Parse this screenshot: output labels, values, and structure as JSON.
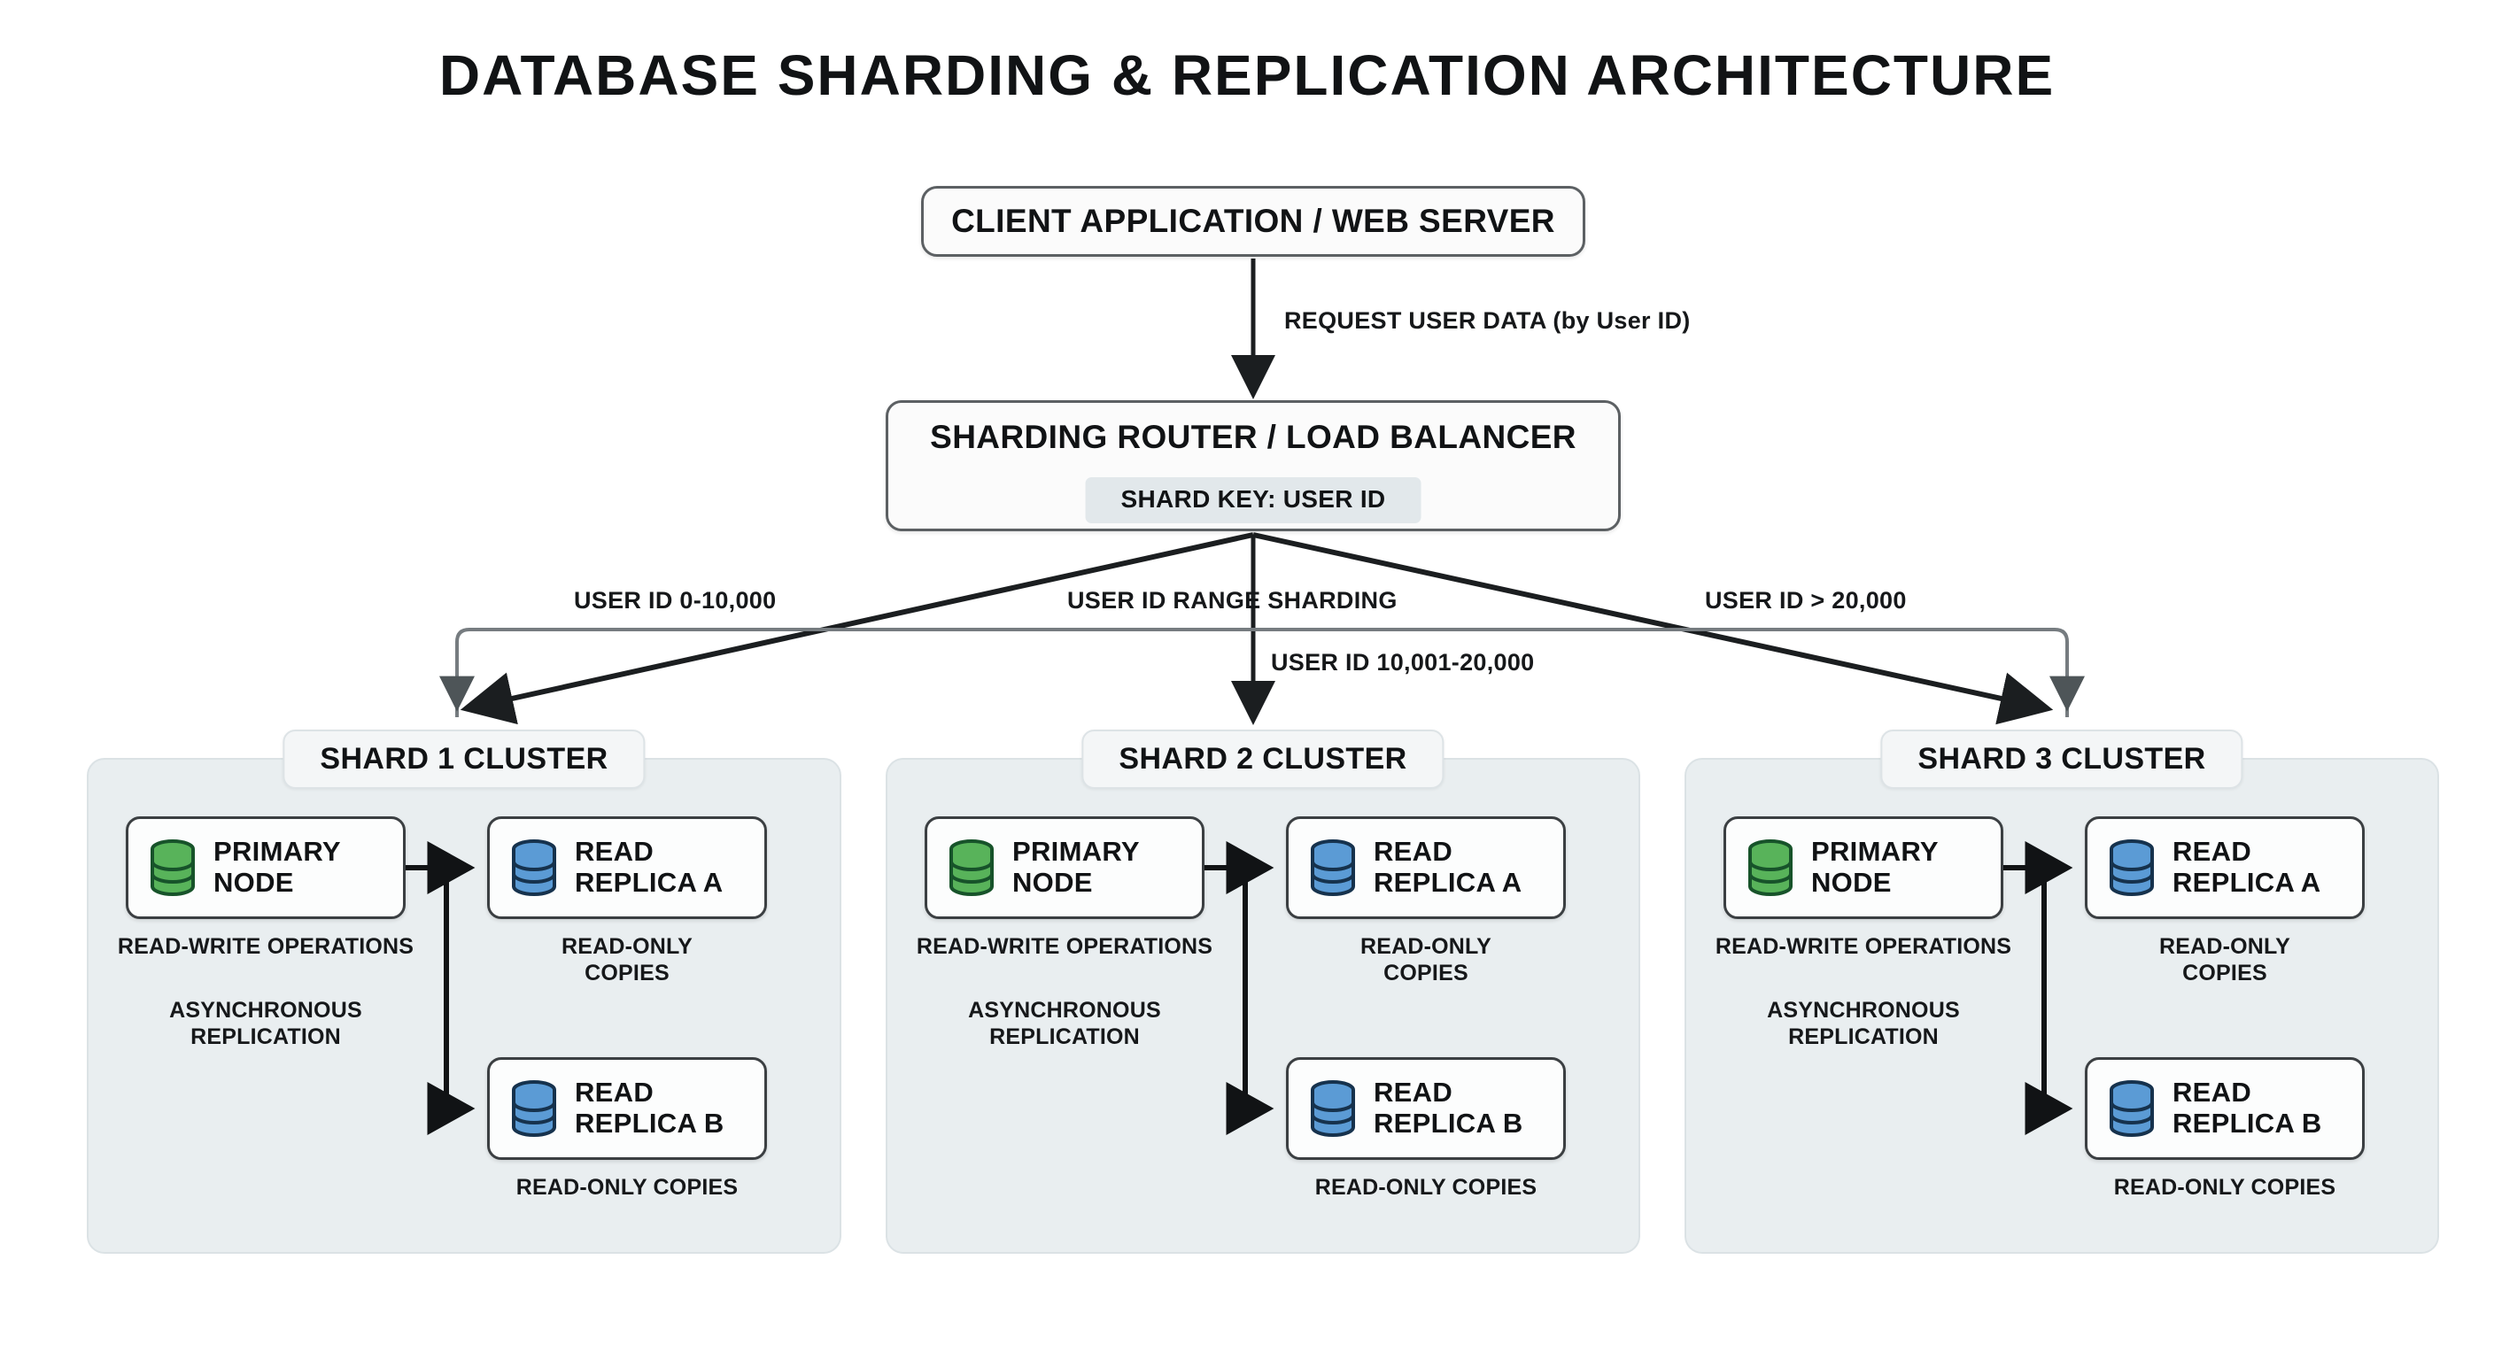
{
  "page": {
    "title": "DATABASE SHARDING & REPLICATION ARCHITECTURE",
    "background": "#ffffff"
  },
  "colors": {
    "primary_node_fill": "#58b35a",
    "primary_node_stroke": "#17532a",
    "replica_node_fill": "#5b9bd5",
    "replica_node_stroke": "#16324d",
    "cluster_panel_fill": "#e9eef0",
    "badge_fill": "#e2e8eb",
    "box_stroke": "#5c6063",
    "text": "#111315"
  },
  "client": {
    "label": "CLIENT APPLICATION / WEB SERVER"
  },
  "client_to_router_edge": {
    "label": "REQUEST USER DATA (by User ID)"
  },
  "router": {
    "title": "SHARDING ROUTER / LOAD BALANCER",
    "shard_key_badge": "SHARD KEY: USER ID"
  },
  "routing_edges": {
    "left": "USER ID 0-10,000",
    "middle_top": "USER ID RANGE SHARDING",
    "right": "USER ID > 20,000",
    "middle_bottom": "USER ID 10,001-20,000"
  },
  "clusters": [
    {
      "header": "SHARD 1 CLUSTER",
      "primary": {
        "label_line1": "PRIMARY",
        "label_line2": "NODE",
        "icon": "database-cylinder-icon",
        "caption": "READ-WRITE OPERATIONS"
      },
      "replication_caption_line1": "ASYNCHRONOUS",
      "replication_caption_line2": "REPLICATION",
      "replica_a": {
        "label_line1": "READ",
        "label_line2": "REPLICA A",
        "icon": "database-cylinder-icon",
        "caption_line1": "READ-ONLY",
        "caption_line2": "COPIES"
      },
      "replica_b": {
        "label_line1": "READ",
        "label_line2": "REPLICA B",
        "icon": "database-cylinder-icon",
        "caption": "READ-ONLY COPIES"
      }
    },
    {
      "header": "SHARD 2 CLUSTER",
      "primary": {
        "label_line1": "PRIMARY",
        "label_line2": "NODE",
        "icon": "database-cylinder-icon",
        "caption": "READ-WRITE OPERATIONS"
      },
      "replication_caption_line1": "ASYNCHRONOUS",
      "replication_caption_line2": "REPLICATION",
      "replica_a": {
        "label_line1": "READ",
        "label_line2": "REPLICA A",
        "icon": "database-cylinder-icon",
        "caption_line1": "READ-ONLY",
        "caption_line2": "COPIES"
      },
      "replica_b": {
        "label_line1": "READ",
        "label_line2": "REPLICA B",
        "icon": "database-cylinder-icon",
        "caption": "READ-ONLY COPIES"
      }
    },
    {
      "header": "SHARD 3 CLUSTER",
      "primary": {
        "label_line1": "PRIMARY",
        "label_line2": "NODE",
        "icon": "database-cylinder-icon",
        "caption": "READ-WRITE OPERATIONS"
      },
      "replication_caption_line1": "ASYNCHRONOUS",
      "replication_caption_line2": "REPLICATION",
      "replica_a": {
        "label_line1": "READ",
        "label_line2": "REPLICA A",
        "icon": "database-cylinder-icon",
        "caption_line1": "READ-ONLY",
        "caption_line2": "COPIES"
      },
      "replica_b": {
        "label_line1": "READ",
        "label_line2": "REPLICA B",
        "icon": "database-cylinder-icon",
        "caption": "READ-ONLY COPIES"
      }
    }
  ]
}
